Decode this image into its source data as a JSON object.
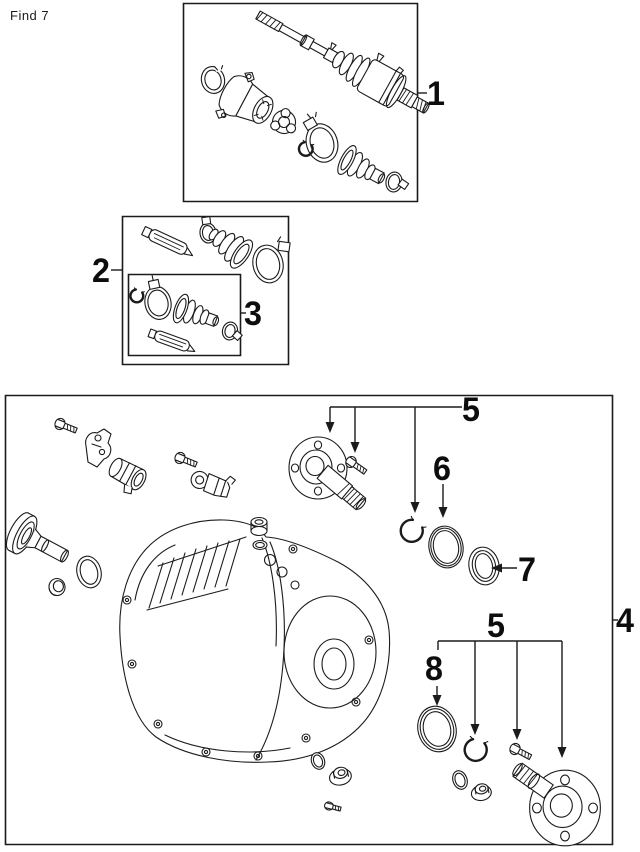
{
  "colors": {
    "background": "#ffffff",
    "line": "#1b1b1b"
  },
  "find": {
    "label": "Find 7"
  },
  "callouts": {
    "c1": {
      "label": "1"
    },
    "c2": {
      "label": "2"
    },
    "c3": {
      "label": "3"
    },
    "c4": {
      "label": "4"
    },
    "c5_upper": {
      "label": "5"
    },
    "c5_lower": {
      "label": "5"
    },
    "c6": {
      "label": "6"
    },
    "c7": {
      "label": "7"
    },
    "c8": {
      "label": "8"
    }
  }
}
